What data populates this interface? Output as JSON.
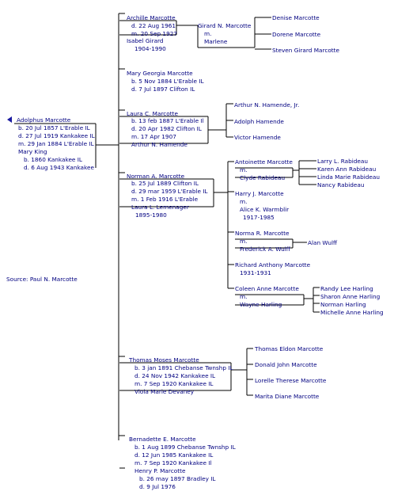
{
  "root": {
    "name": "Adolphus Marcotte",
    "b": "b. 20 Jul 1857 L'Erable IL",
    "d": "d. 27 Jul 1919 Kankakee IL",
    "m": "m. 29 Jan 1884 L'Erable IL",
    "spouse": "Mary King",
    "sb": "b. 1860 Kankakee IL",
    "sd": "d. 6 Aug 1943 Kankakee"
  },
  "source": "Source:  Paul N. Marcotte",
  "archille": {
    "name": "Archille Marcotte",
    "d": "d. 22 Aug 1961",
    "m": "m. 20 Sep 1927",
    "spouse": "Isabel Girard",
    "years": "1904-1990",
    "child": "Girard N. Marcotte",
    "child_m": "m.",
    "child_spouse": "Marlene",
    "grandchildren": [
      "Denise Marcotte",
      "Dorene Marcotte",
      "Steven Girard Marcotte"
    ]
  },
  "mary": {
    "name": "Mary Georgia Marcotte",
    "b": "b. 5 Nov 1884 L'Erable IL",
    "d": "d. 7 Jul 1897 Clifton IL"
  },
  "laura": {
    "name": "Laura C. Marcotte",
    "b": "b. 13 feb 1887 L'Erable Il",
    "d": "d. 20 Apr 1982 Clifton IL",
    "m": "m. 17 Apr 1907",
    "spouse": "Arthur N. Hamende",
    "children": [
      "Arthur N. Hamende, Jr.",
      "Adolph Hamende",
      "Victor Hamende"
    ]
  },
  "norman": {
    "name": "Norman A. Marcotte",
    "b": "b. 25 Jul 1889 Clifton IL",
    "d": "d. 29 mar 1959 L'Erable IL",
    "m": "m. 1 Feb 1916 L'Erable",
    "spouse": "Laura L. Lemenager",
    "years": "1895-1980",
    "antoinette": {
      "name": "Antoinette Marcotte",
      "m": "m.",
      "spouse": "Clyde Rabideau",
      "children": [
        "Larry L. Rabideau",
        "Karen Ann Rabideau",
        "Linda Marie Rabideau",
        "Nancy Rabideau"
      ]
    },
    "harry": {
      "name": "Harry J. Marcotte",
      "m": "m.",
      "spouse": "Alice K. Warmblir",
      "years": "1917-1985"
    },
    "norma": {
      "name": "Norma R. Marcotte",
      "m": "m.",
      "spouse": "Frederick A. Wulff",
      "child": "Alan Wulff"
    },
    "richard": {
      "name": "Richard Anthony Marcotte",
      "years": "1931-1931"
    },
    "coleen": {
      "name": "Coleen Anne Marcotte",
      "m": "m.",
      "spouse": "Wayne Harling",
      "children": [
        "Randy Lee Harling",
        "Sharon Anne Harling",
        "Norman Harling",
        "Michelle Anne Harling"
      ]
    }
  },
  "thomas": {
    "name": "Thomas Moses Marcotte",
    "b": "b. 3 jan 1891 Chebanse Twnshp IL",
    "d": "d. 24 Nov 1942 Kankakee IL",
    "m": "m. 7 Sep 1920 Kankakee IL",
    "spouse": "Viola Marie Devaney",
    "children": [
      "Thomas Eldon Marcotte",
      "Donald John Marcotte",
      "Lorelle Therese Marcotte",
      "Marita Diane Marcotte"
    ]
  },
  "bernadette": {
    "name": "Bernadette E. Marcotte",
    "b": "b. 1 Aug 1899 Chebanse Twnshp IL",
    "d": "d. 12 Jun 1985 Kankakee IL",
    "m": "m. 7 Sep 1920 Kankakee Il",
    "spouse": "Henry P. Marcotte",
    "sb": "b. 26 may 1897 Bradley IL",
    "sd": "d. 9 Jul 1976"
  }
}
